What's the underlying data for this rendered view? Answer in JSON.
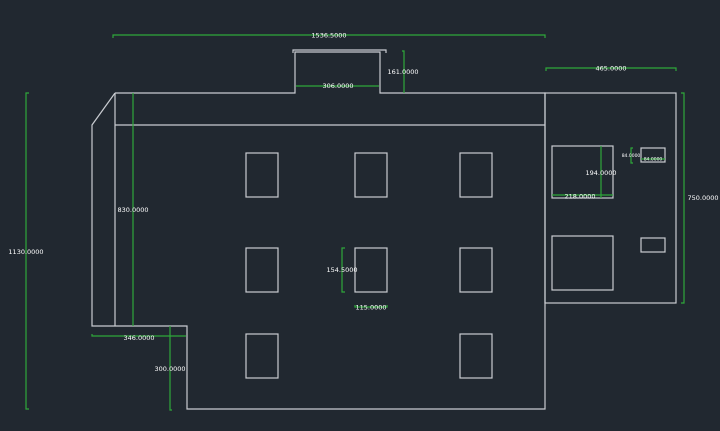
{
  "app": {
    "type": "CAD drawing",
    "background_color": "#212830"
  },
  "colors": {
    "geometry": "#c9ccd1",
    "dimension": "#2fa83a",
    "text": "#ffffff"
  },
  "dimensions": {
    "overall_width": "1536.5000",
    "overall_height": "1130.0000",
    "top_protrusion_width": "306.0000",
    "top_protrusion_height": "161.0000",
    "annex_width": "465.0000",
    "annex_height": "750.0000",
    "left_wing_height": "830.0000",
    "bottom_left_width": "346.0000",
    "bottom_left_height": "300.0000",
    "window_height": "154.5000",
    "window_width": "115.0000",
    "annex_box_height": "194.0000",
    "annex_box_width": "218.0000",
    "small_box_height": "84.0000",
    "small_box_width": "84.0000"
  }
}
